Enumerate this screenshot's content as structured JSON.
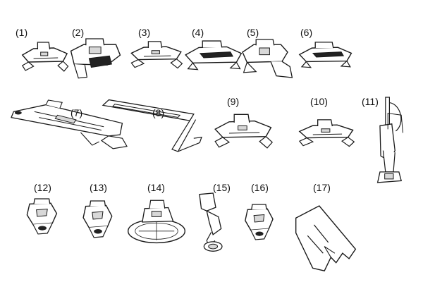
{
  "figure": {
    "items": [
      {
        "label": "(1)",
        "icon": "presser-foot-icon"
      },
      {
        "label": "(2)",
        "icon": "presser-foot-icon"
      },
      {
        "label": "(3)",
        "icon": "presser-foot-icon"
      },
      {
        "label": "(4)",
        "icon": "presser-foot-icon"
      },
      {
        "label": "(5)",
        "icon": "presser-foot-icon"
      },
      {
        "label": "(6)",
        "icon": "presser-foot-icon"
      },
      {
        "label": "(7)",
        "icon": "buttonhole-foot-icon"
      },
      {
        "label": "(8)",
        "icon": "seam-guide-icon"
      },
      {
        "label": "(9)",
        "icon": "presser-foot-icon"
      },
      {
        "label": "(10)",
        "icon": "presser-foot-icon"
      },
      {
        "label": "(11)",
        "icon": "walking-foot-icon"
      },
      {
        "label": "(12)",
        "icon": "presser-foot-icon"
      },
      {
        "label": "(13)",
        "icon": "presser-foot-icon"
      },
      {
        "label": "(14)",
        "icon": "clear-view-foot-icon"
      },
      {
        "label": "(15)",
        "icon": "darning-foot-icon"
      },
      {
        "label": "(16)",
        "icon": "presser-foot-icon"
      },
      {
        "label": "(17)",
        "icon": "adapter-plate-icon"
      }
    ]
  },
  "colors": {
    "stroke": "#1a1a1a",
    "fill": "#ffffff",
    "shade": "#d8d8d8",
    "dark": "#222222"
  }
}
